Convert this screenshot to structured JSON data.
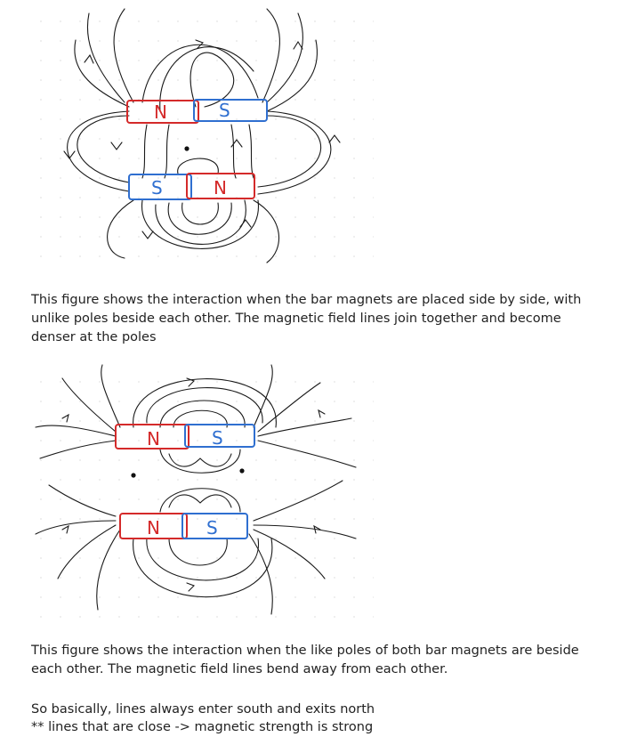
{
  "figure1": {
    "magnets": [
      {
        "n_label": "N",
        "s_label": "S"
      },
      {
        "n_label": "N",
        "s_label": "S"
      }
    ],
    "colors": {
      "north": "#d42a2a",
      "south": "#2f6fd0",
      "ink": "#1a1a1a"
    }
  },
  "caption1": "This figure shows the interaction when the bar magnets are placed side by side, with unlike poles beside each other. The magnetic field lines join together and become denser at the poles",
  "figure2": {
    "magnets": [
      {
        "n_label": "N",
        "s_label": "S"
      },
      {
        "n_label": "N",
        "s_label": "S"
      }
    ]
  },
  "caption2": "This figure shows the interaction when the like poles of both bar magnets are beside each other. The magnetic field lines bend away from each other.",
  "note_line1": "So basically, lines always enter south and exits north",
  "note_line2": "** lines that are close -> magnetic strength is strong"
}
